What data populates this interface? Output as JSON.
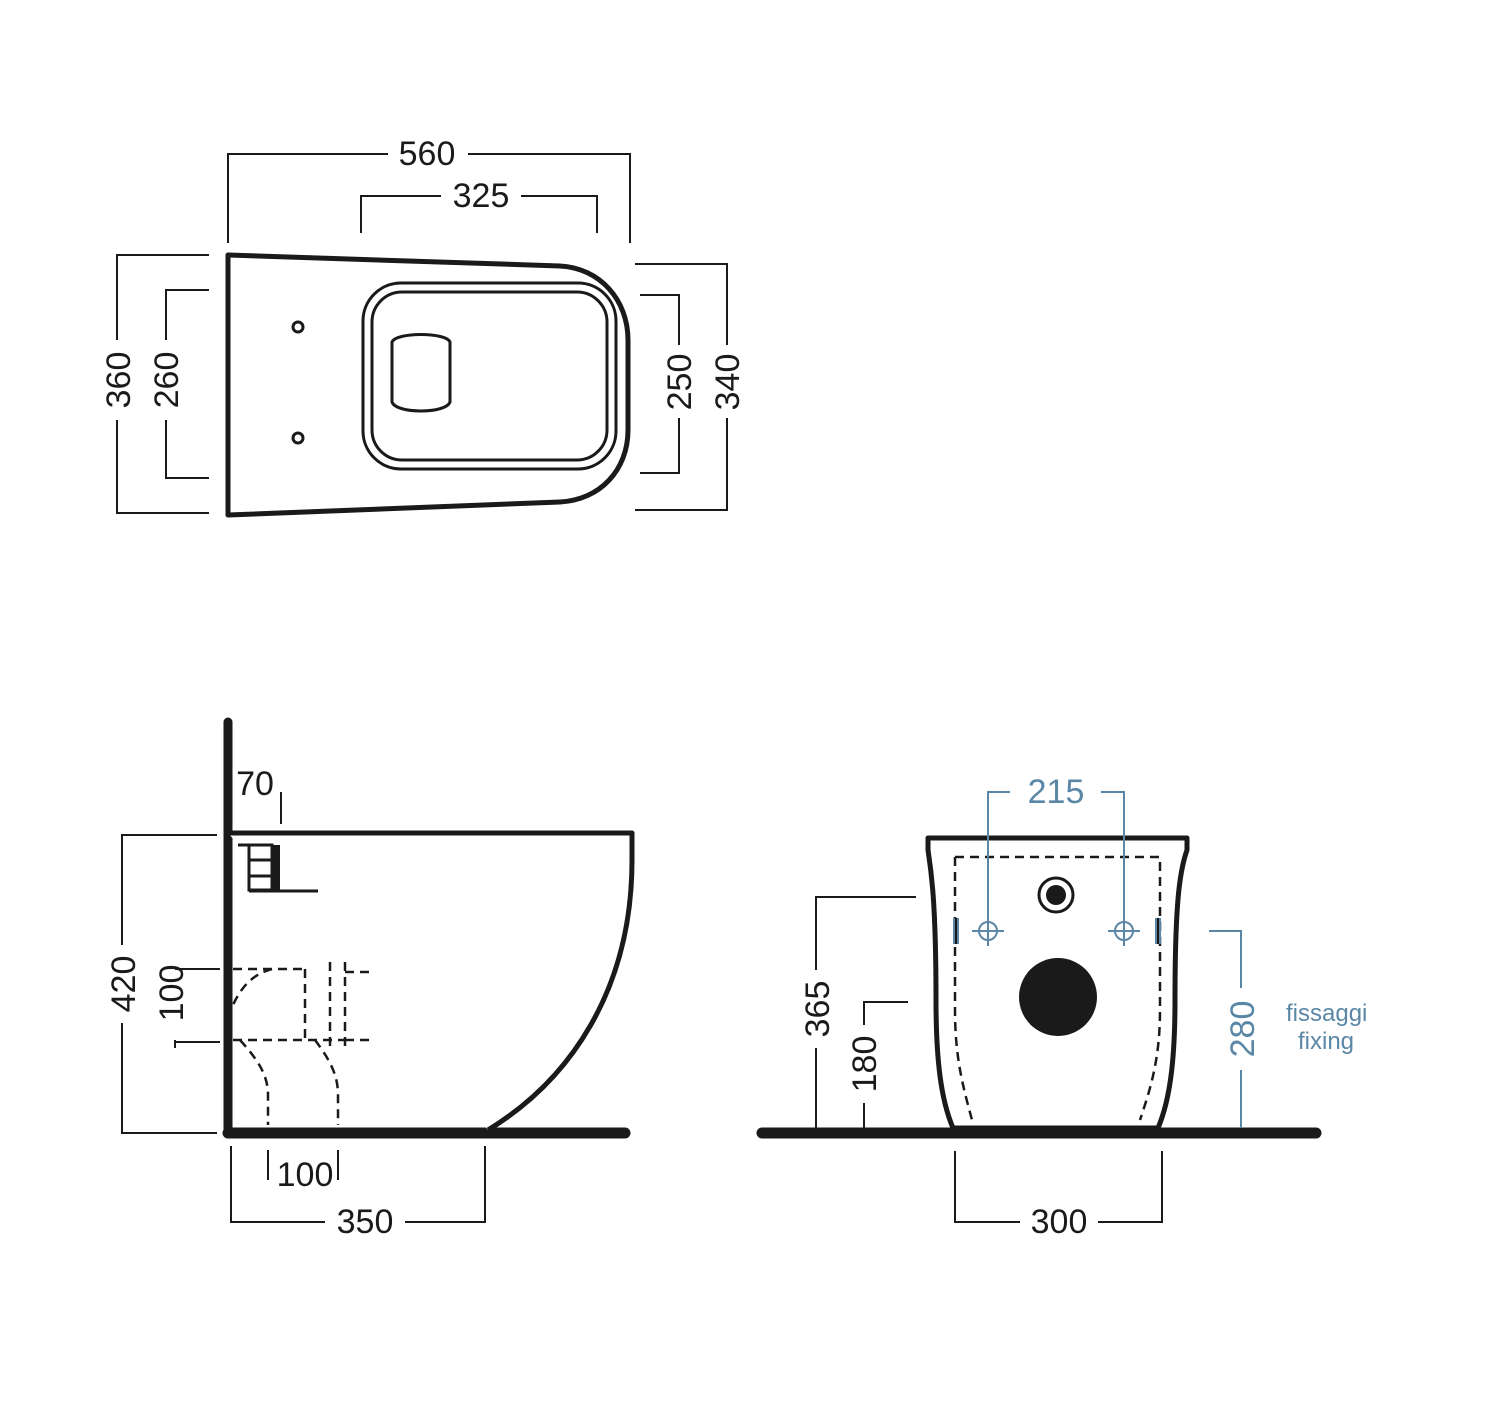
{
  "top_view": {
    "overall_length": "560",
    "bowl_length": "325",
    "left_outer_width": "360",
    "left_inner_width": "260",
    "right_inner_width": "250",
    "right_outer_width": "340"
  },
  "side_view": {
    "top_offset": "70",
    "height": "420",
    "outlet_height": "100",
    "outlet_depth": "100",
    "base_length": "350"
  },
  "front_view": {
    "fixing_spacing": "215",
    "inlet_height": "365",
    "outlet_height": "180",
    "fixing_height": "280",
    "base_width": "300",
    "fixing_label_it": "fissaggi",
    "fixing_label_en": "fixing"
  },
  "colors": {
    "line": "#1a1a1a",
    "accent_blue": "#5b87a6"
  }
}
